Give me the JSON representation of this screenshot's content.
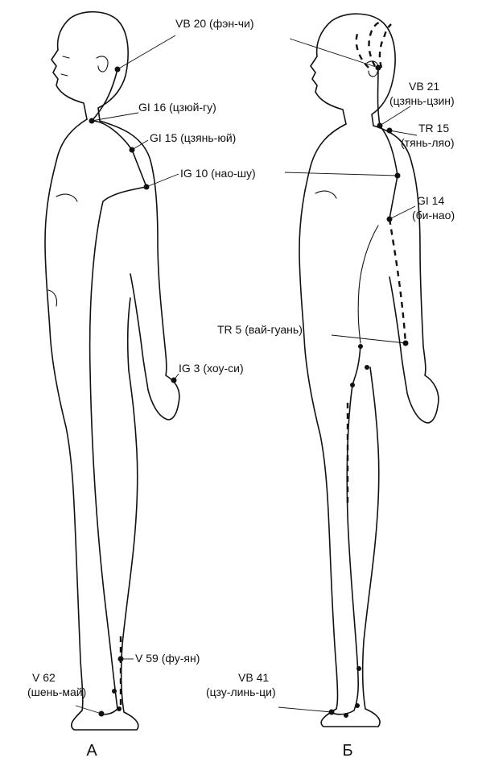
{
  "figures": [
    {
      "caption": "А"
    },
    {
      "caption": "Б"
    }
  ],
  "points": {
    "vb20": {
      "lines": [
        "VB 20 (фэн-чи)"
      ]
    },
    "gi16": {
      "lines": [
        "GI 16 (цзюй-гу)"
      ]
    },
    "gi15": {
      "lines": [
        "GI 15 (цзянь-юй)"
      ]
    },
    "ig10": {
      "lines": [
        "IG 10 (нао-шу)"
      ]
    },
    "ig3": {
      "lines": [
        "IG 3 (хоу-си)"
      ]
    },
    "v59": {
      "lines": [
        "V 59 (фу-ян)"
      ]
    },
    "v62": {
      "lines": [
        "V 62",
        "(шень-май)"
      ]
    },
    "vb21": {
      "lines": [
        "VB 21",
        "(цзянь-цзин)"
      ]
    },
    "tr15": {
      "lines": [
        "TR 15",
        "(тянь-ляо)"
      ]
    },
    "gi14": {
      "lines": [
        "GI 14",
        "(би-нао)"
      ]
    },
    "tr5": {
      "lines": [
        "TR 5 (вай-гуань)"
      ]
    },
    "vb41": {
      "lines": [
        "VB 41",
        "(цзу-линь-ци)"
      ]
    }
  }
}
